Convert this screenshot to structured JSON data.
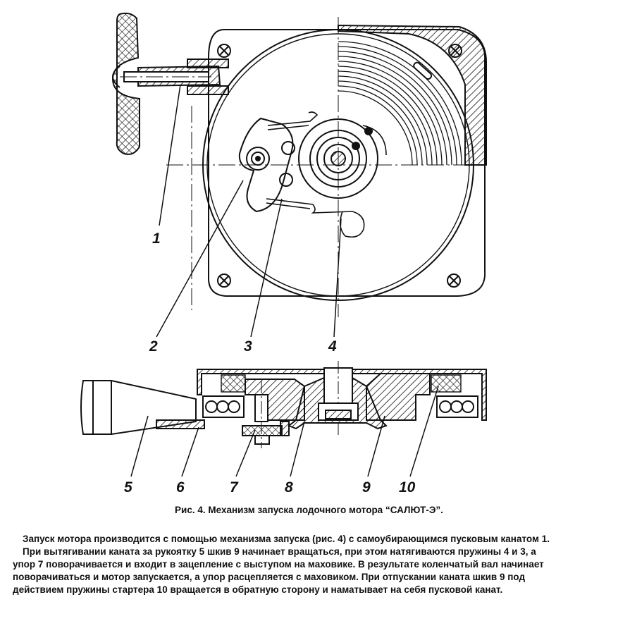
{
  "labels": {
    "l1": "1",
    "l2": "2",
    "l3": "3",
    "l4": "4",
    "l5": "5",
    "l6": "6",
    "l7": "7",
    "l8": "8",
    "l9": "9",
    "l10": "10"
  },
  "caption": "Рис. 4. Механизм запуска лодочного мотора “САЛЮТ-Э”.",
  "text_lines": [
    "Запуск мотора производится с помощью механизма запуска (рис. 4) с самоубирающимся пусковым канатом 1.",
    "При вытягивании каната за рукоятку 5 шкив 9 начинает вращаться, при этом натягиваются пружины 4 и 3, а",
    "упор 7 поворачивается и входит в зацепление с выступом на маховике. В результате коленчатый вал начинает",
    "поворачиваться и мотор запускается, а упор расцепляется с маховиком. При отпускании каната шкив 9 под",
    "действием пружины стартера 10 вращается в обратную сторону и наматывает на себя пусковой канат."
  ]
}
